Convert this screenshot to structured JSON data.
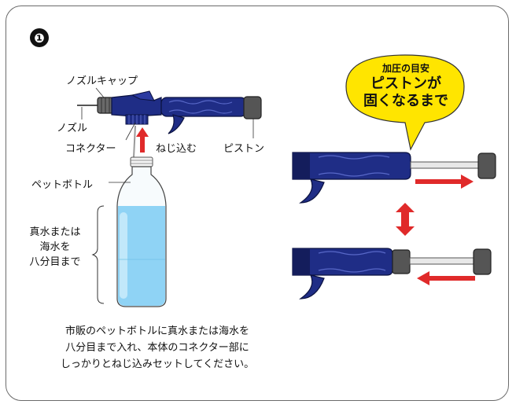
{
  "step": {
    "number": "❶"
  },
  "labels": {
    "nozzle_cap": "ノズルキャップ",
    "nozzle": "ノズル",
    "connector": "コネクター",
    "screw_in": "ねじ込む",
    "piston": "ピストン",
    "pet_bottle": "ペットボトル",
    "water_fill": [
      "真水または",
      "海水を",
      "八分目まで"
    ]
  },
  "bubble": {
    "small": "加圧の目安",
    "big": [
      "ピストンが",
      "固くなるまで"
    ]
  },
  "caption": [
    "市販のペットボトルに真水または海水を",
    "八分目まで入れ、本体のコネクター部に",
    "しっかりとねじ込みセットしてください。"
  ],
  "colors": {
    "pump_body": "#1f2d86",
    "pump_dark": "#141d5c",
    "cap_gray": "#555555",
    "arrow_red": "#e02a2a",
    "bubble_yellow": "#ffe500",
    "water_blue": "#8fd3f5"
  }
}
